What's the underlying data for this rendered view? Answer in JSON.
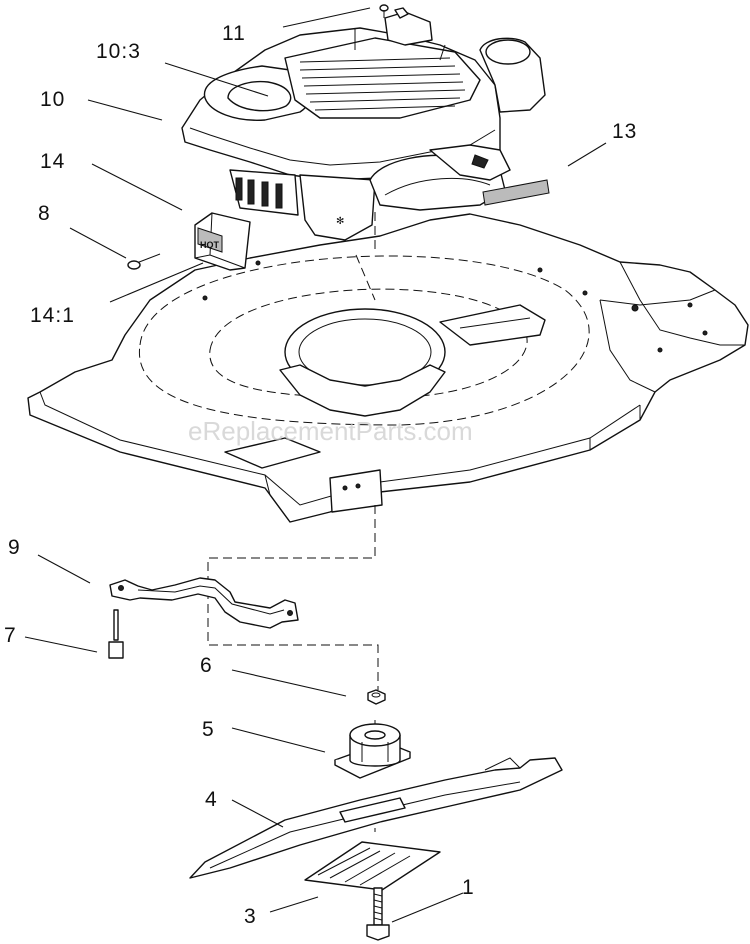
{
  "watermark": "eReplacementParts.com",
  "callouts": {
    "c11": "11",
    "c10_3": "10:3",
    "c10": "10",
    "c13": "13",
    "c14": "14",
    "c8": "8",
    "c14_1": "14:1",
    "c9": "9",
    "c7": "7",
    "c6": "6",
    "c5": "5",
    "c4": "4",
    "c1": "1",
    "c3": "3"
  },
  "shield_label": "HOT"
}
